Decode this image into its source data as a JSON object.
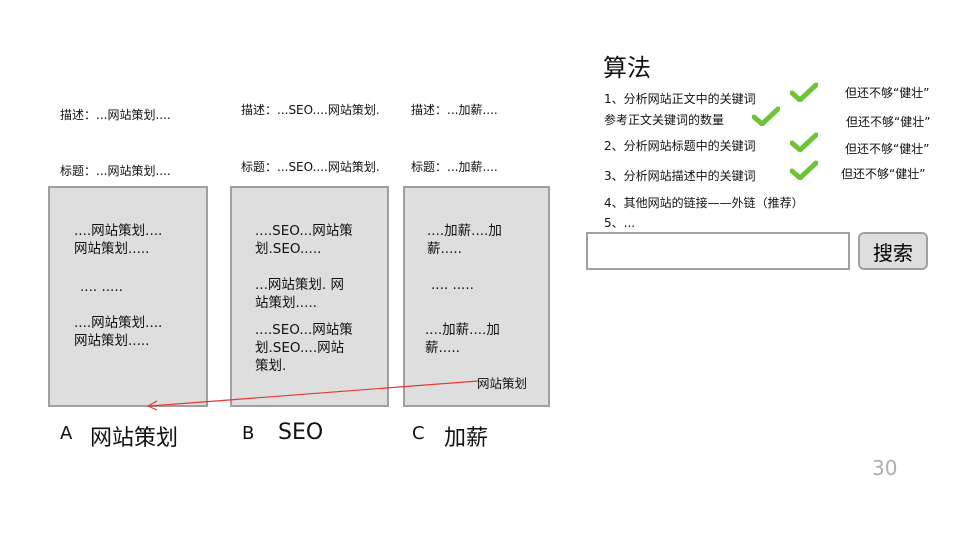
{
  "pages": [
    {
      "letter": "A",
      "keyword": "网站策划",
      "description": "描述：...网站策划....",
      "title": "标题：...网站策划....",
      "paragraphs": [
        [
          "....网站策划....",
          "网站策划....."
        ],
        [
          ".... ....."
        ],
        [
          "....网站策划....",
          "网站策划....."
        ]
      ]
    },
    {
      "letter": "B",
      "keyword": "SEO",
      "description": "描述：...SEO....网站策划.",
      "title": "标题：...SEO....网站策划.",
      "paragraphs": [
        [
          "....SEO...网站策",
          "划.SEO....."
        ],
        [
          "...网站策划. 网",
          "站策划....."
        ],
        [
          "....SEO...网站策",
          "划.SEO....网站",
          "策划."
        ]
      ]
    },
    {
      "letter": "C",
      "keyword": "加薪",
      "description": "描述：...加薪....",
      "title": "标题：...加薪....",
      "paragraphs": [
        [
          "....加薪....加",
          "薪....."
        ],
        [
          ".... ....."
        ],
        [
          "....加薪....加",
          "薪....."
        ]
      ],
      "link_anchor": "网站策划"
    }
  ],
  "algorithm": {
    "heading": "算法",
    "items": [
      {
        "text": "1、分析网站正文中的关键词",
        "checked": true,
        "note": "但还不够“健壮”"
      },
      {
        "text": "参考正文关键词的数量",
        "checked": true,
        "note": "但还不够“健壮”"
      },
      {
        "text": "2、分析网站标题中的关键词",
        "checked": true,
        "note": "但还不够“健壮”"
      },
      {
        "text": "3、分析网站描述中的关键词",
        "checked": true,
        "note": "但还不够“健壮”"
      },
      {
        "text": "4、其他网站的链接——外链（推荐）"
      },
      {
        "text": "5、..."
      }
    ]
  },
  "search": {
    "value": "",
    "button_label": "搜索"
  },
  "slide_number": "30",
  "colors": {
    "check": "#6cc436",
    "arrow": "#e53935",
    "page_fill": "#dedede",
    "page_border": "#a0a0a0"
  }
}
